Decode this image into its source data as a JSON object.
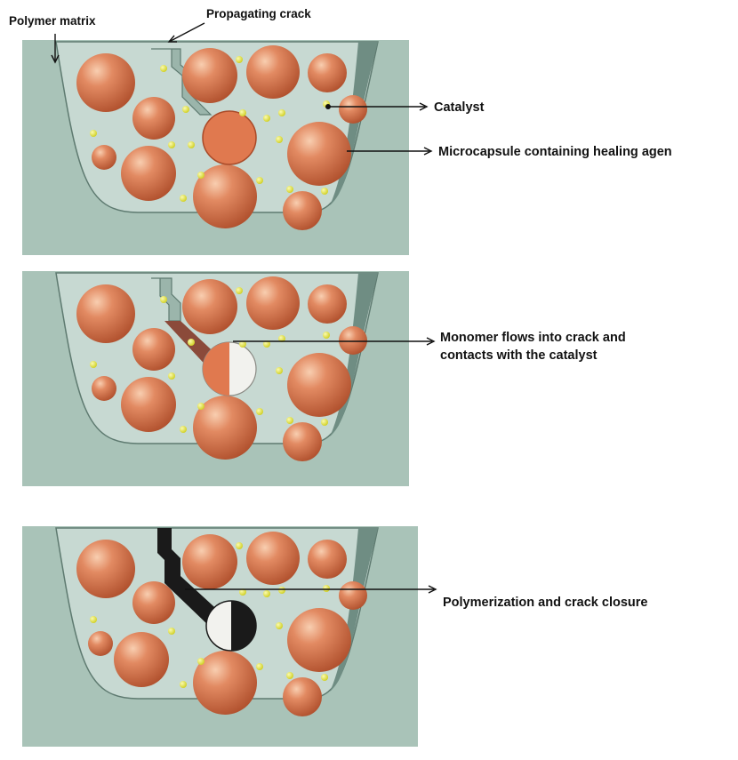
{
  "labels": {
    "polymer_matrix": "Polymer matrix",
    "propagating_crack": "Propagating crack",
    "catalyst": "Catalyst",
    "microcapsule": "Microcapsule containing healing agen",
    "monomer_line1": "Monomer flows into crack and",
    "monomer_line2": "contacts with the catalyst",
    "polymerization": "Polymerization and crack closure"
  },
  "colors": {
    "page_background": "#ffffff",
    "panel_background": "#a9c3b8",
    "matrix_fill": "#c7d9d2",
    "matrix_wall": "#6f8d83",
    "capsule": "#d9774f",
    "capsule_highlight": "#f6c6a6",
    "catalyst": "#e8e83a",
    "crack_initial": "#9bb5ab",
    "crack_monomer": "#8b4a3a",
    "crack_polymer": "#1a1a1a"
  },
  "stages": [
    {
      "name": "initial",
      "crack_state": "propagating"
    },
    {
      "name": "monomer-flow",
      "crack_state": "filling"
    },
    {
      "name": "closure",
      "crack_state": "polymerized"
    }
  ]
}
